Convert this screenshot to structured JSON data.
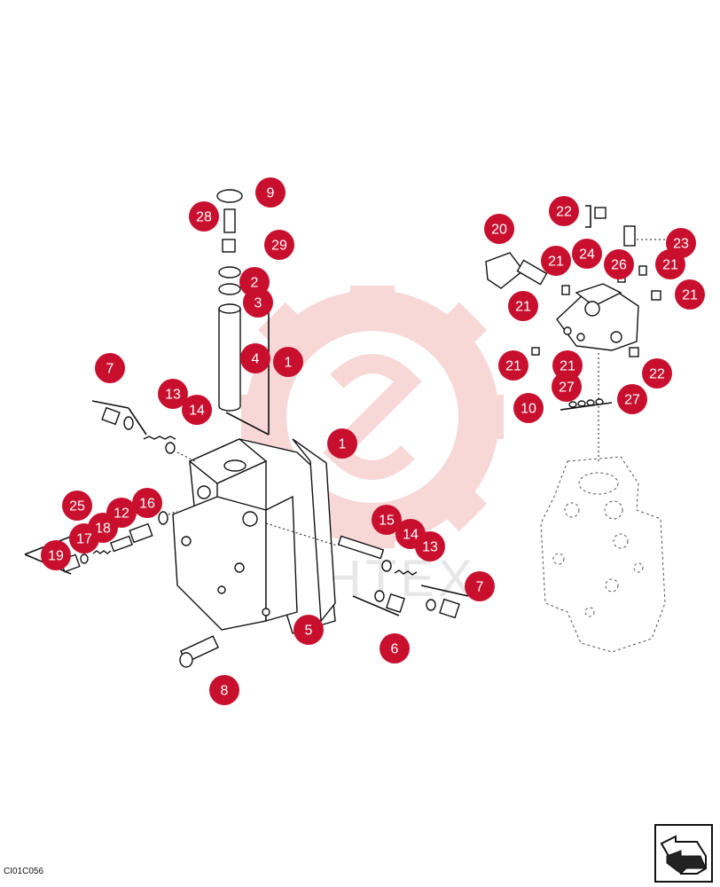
{
  "diagram": {
    "document_code": "CI01C056",
    "watermark_text": "IHHTEX",
    "accent_color": "#c8102e",
    "watermark_color": "#f3b7b7",
    "callouts": [
      {
        "id": "c9",
        "label": "9"
      },
      {
        "id": "c28",
        "label": "28"
      },
      {
        "id": "c29",
        "label": "29"
      },
      {
        "id": "c2",
        "label": "2"
      },
      {
        "id": "c3",
        "label": "3"
      },
      {
        "id": "c4",
        "label": "4"
      },
      {
        "id": "c1a",
        "label": "1"
      },
      {
        "id": "c1b",
        "label": "1"
      },
      {
        "id": "c7a",
        "label": "7"
      },
      {
        "id": "c13a",
        "label": "13"
      },
      {
        "id": "c14a",
        "label": "14"
      },
      {
        "id": "c25",
        "label": "25"
      },
      {
        "id": "c16",
        "label": "16"
      },
      {
        "id": "c12",
        "label": "12"
      },
      {
        "id": "c18",
        "label": "18"
      },
      {
        "id": "c17",
        "label": "17"
      },
      {
        "id": "c19",
        "label": "19"
      },
      {
        "id": "c15",
        "label": "15"
      },
      {
        "id": "c14b",
        "label": "14"
      },
      {
        "id": "c13b",
        "label": "13"
      },
      {
        "id": "c7b",
        "label": "7"
      },
      {
        "id": "c6",
        "label": "6"
      },
      {
        "id": "c5",
        "label": "5"
      },
      {
        "id": "c8",
        "label": "8"
      },
      {
        "id": "c22a",
        "label": "22"
      },
      {
        "id": "c20",
        "label": "20"
      },
      {
        "id": "c23",
        "label": "23"
      },
      {
        "id": "c21a",
        "label": "21"
      },
      {
        "id": "c24",
        "label": "24"
      },
      {
        "id": "c26",
        "label": "26"
      },
      {
        "id": "c21b",
        "label": "21"
      },
      {
        "id": "c21c",
        "label": "21"
      },
      {
        "id": "c21d",
        "label": "21"
      },
      {
        "id": "c21e",
        "label": "21"
      },
      {
        "id": "c21f",
        "label": "21"
      },
      {
        "id": "c22b",
        "label": "22"
      },
      {
        "id": "c27a",
        "label": "27"
      },
      {
        "id": "c27b",
        "label": "27"
      },
      {
        "id": "c10",
        "label": "10"
      }
    ]
  }
}
